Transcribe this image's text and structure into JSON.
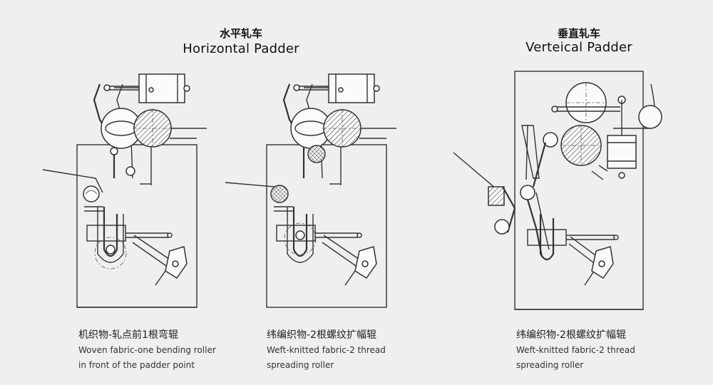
{
  "panels": [
    {
      "title_zh": "水平轧车",
      "title_en": "Horizontal Padder",
      "caption_zh": "机织物-轧点前1根弯辊",
      "caption_en_1": "Woven fabric-one bending roller",
      "caption_en_2": "in front of the padder point"
    },
    {
      "title_zh": "",
      "title_en": "",
      "caption_zh": "纬编织物-2根螺纹扩幅辊",
      "caption_en_1": "Weft-knitted fabric-2 thread",
      "caption_en_2": "spreading roller"
    },
    {
      "title_zh": "垂直轧车",
      "title_en": "Verteical Padder",
      "caption_zh": "纬编织物-2根螺纹扩幅辊",
      "caption_en_1": "Weft-knitted fabric-2 thread",
      "caption_en_2": "spreading roller"
    }
  ],
  "colors": {
    "background": "#efefef",
    "line": "#333333",
    "roller_fill": "#fafafa"
  }
}
